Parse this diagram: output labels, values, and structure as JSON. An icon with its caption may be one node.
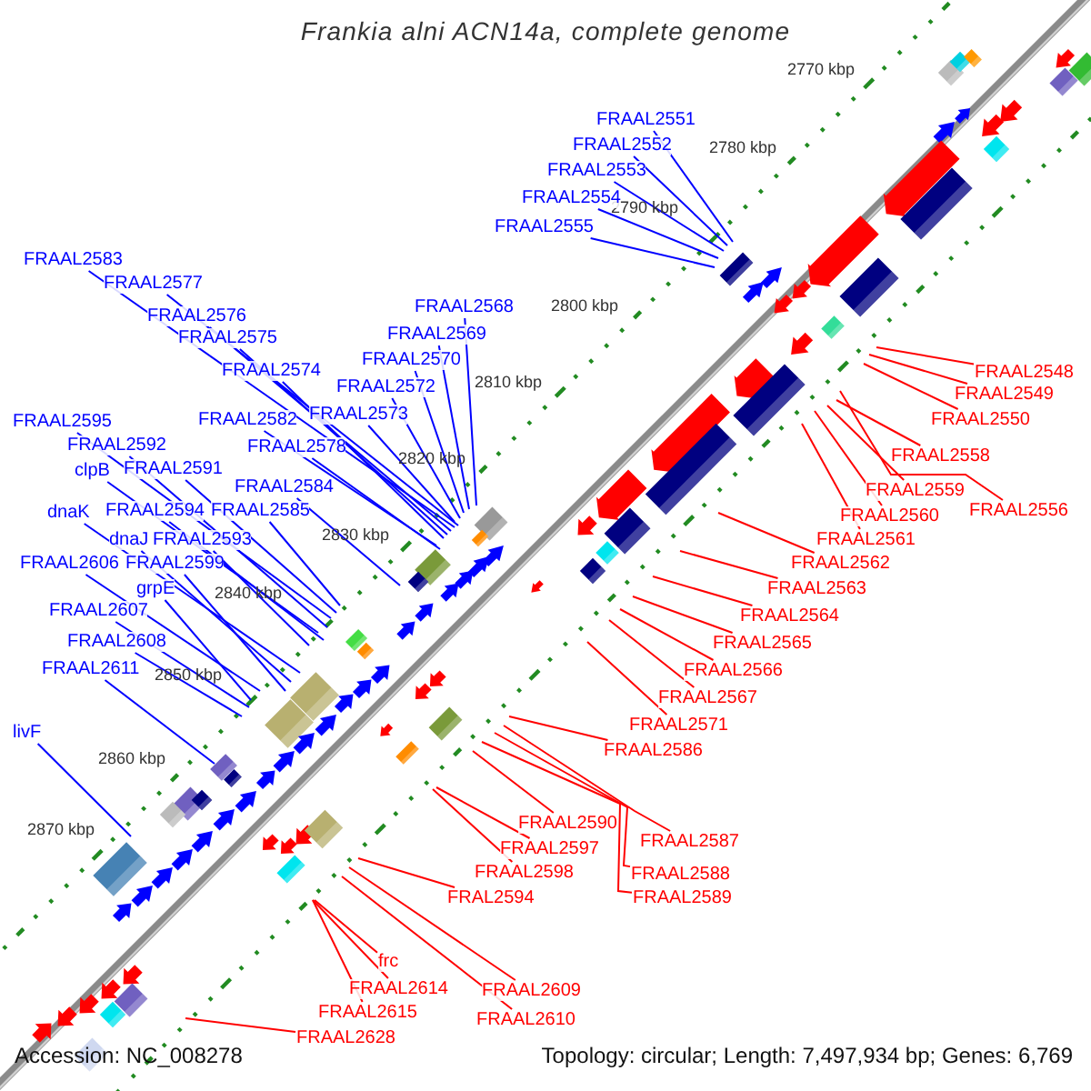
{
  "diagram": {
    "title": "Frankia alni ACN14a, complete genome",
    "nodes": [
      {
        "text": [
          "FRAAL2551"
        ]
      },
      {
        "text": [
          "FRAAL2552"
        ]
      },
      {
        "text": [
          "FRAAL2553"
        ]
      },
      {
        "text": [
          "FRAAL2554"
        ]
      },
      {
        "text": [
          "FRAAL2555"
        ]
      },
      {
        "text": [
          "FRAAL2568"
        ]
      },
      {
        "text": [
          "FRAAL2569"
        ]
      },
      {
        "text": [
          "FRAAL2570"
        ]
      },
      {
        "text": [
          "FRAAL2572"
        ]
      },
      {
        "text": [
          "FRAAL2573"
        ]
      },
      {
        "text": [
          "FRAAL2583"
        ]
      },
      {
        "text": [
          "FRAAL2577"
        ]
      },
      {
        "text": [
          "FRAAL2576"
        ]
      },
      {
        "text": [
          "FRAAL2575"
        ]
      },
      {
        "text": [
          "FRAAL2574"
        ]
      },
      {
        "text": [
          "FRAAL2582"
        ]
      },
      {
        "text": [
          "FRAAL2578"
        ]
      },
      {
        "text": [
          "FRAAL2584"
        ]
      },
      {
        "text": [
          "FRAAL2585"
        ]
      },
      {
        "text": [
          "FRAAL2595"
        ]
      },
      {
        "text": [
          "FRAAL2592"
        ]
      },
      {
        "text": [
          "FRAAL2591"
        ]
      },
      {
        "text": [
          "clpB"
        ]
      },
      {
        "text": [
          "dnaK"
        ]
      },
      {
        "text": [
          "FRAAL2594"
        ]
      },
      {
        "text": [
          "dnaJ"
        ]
      },
      {
        "text": [
          "FRAAL2593"
        ]
      },
      {
        "text": [
          "FRAAL2606"
        ]
      },
      {
        "text": [
          "FRAAL2599"
        ]
      },
      {
        "text": [
          "grpE"
        ]
      },
      {
        "text": [
          "FRAAL2607"
        ]
      },
      {
        "text": [
          "FRAAL2608"
        ]
      },
      {
        "text": [
          "FRAAL2611"
        ]
      },
      {
        "text": [
          "livF"
        ]
      },
      {
        "text": [
          "FRAAL2548"
        ]
      },
      {
        "text": [
          "FRAAL2549"
        ]
      },
      {
        "text": [
          "FRAAL2550"
        ]
      },
      {
        "text": [
          "FRAAL2558"
        ]
      },
      {
        "text": [
          "FRAAL2559"
        ]
      },
      {
        "text": [
          "FRAAL2556"
        ]
      },
      {
        "text": [
          "FRAAL2560"
        ]
      },
      {
        "text": [
          "FRAAL2561"
        ]
      },
      {
        "text": [
          "FRAAL2562"
        ]
      },
      {
        "text": [
          "FRAAL2563"
        ]
      },
      {
        "text": [
          "FRAAL2564"
        ]
      },
      {
        "text": [
          "FRAAL2565"
        ]
      },
      {
        "text": [
          "FRAAL2566"
        ]
      },
      {
        "text": [
          "FRAAL2567"
        ]
      },
      {
        "text": [
          "FRAAL2571"
        ]
      },
      {
        "text": [
          "FRAAL2586"
        ]
      },
      {
        "text": [
          "FRAAL2590"
        ]
      },
      {
        "text": [
          "FRAAL2587"
        ]
      },
      {
        "text": [
          "FRAAL2597"
        ]
      },
      {
        "text": [
          "FRAAL2588"
        ]
      },
      {
        "text": [
          "FRAAL2598"
        ]
      },
      {
        "text": [
          "FRAAL2589"
        ]
      },
      {
        "text": [
          "FRAL2594"
        ]
      },
      {
        "text": [
          "frc"
        ]
      },
      {
        "text": [
          "FRAAL2614"
        ]
      },
      {
        "text": [
          "FRAAL2609"
        ]
      },
      {
        "text": [
          "FRAAL2615"
        ]
      },
      {
        "text": [
          "FRAAL2610"
        ]
      },
      {
        "text": [
          "FRAAL2628"
        ]
      }
    ],
    "edges": [
      {
        "from": 0,
        "to": null,
        "arrow": "none"
      },
      {
        "from": 1,
        "to": null,
        "arrow": "none"
      },
      {
        "from": 2,
        "to": null,
        "arrow": "none"
      },
      {
        "from": 3,
        "to": null,
        "arrow": "none"
      },
      {
        "from": 4,
        "to": null,
        "arrow": "none"
      },
      {
        "from": 5,
        "to": null,
        "arrow": "none"
      },
      {
        "from": 6,
        "to": null,
        "arrow": "none"
      },
      {
        "from": 7,
        "to": null,
        "arrow": "none"
      },
      {
        "from": 8,
        "to": null,
        "arrow": "none"
      },
      {
        "from": 9,
        "to": null,
        "arrow": "none"
      },
      {
        "from": 10,
        "to": null,
        "arrow": "none"
      },
      {
        "from": 11,
        "to": null,
        "arrow": "none"
      },
      {
        "from": 12,
        "to": null,
        "arrow": "none"
      },
      {
        "from": 13,
        "to": null,
        "arrow": "none"
      },
      {
        "from": 14,
        "to": null,
        "arrow": "none"
      },
      {
        "from": 15,
        "to": null,
        "arrow": "none"
      },
      {
        "from": 16,
        "to": null,
        "arrow": "none"
      },
      {
        "from": 17,
        "to": null,
        "arrow": "none"
      },
      {
        "from": 18,
        "to": null,
        "arrow": "none"
      },
      {
        "from": 19,
        "to": null,
        "arrow": "none"
      },
      {
        "from": 20,
        "to": null,
        "arrow": "none"
      },
      {
        "from": 21,
        "to": null,
        "arrow": "none"
      },
      {
        "from": 22,
        "to": null,
        "arrow": "none"
      },
      {
        "from": 23,
        "to": null,
        "arrow": "none"
      },
      {
        "from": 24,
        "to": null,
        "arrow": "none"
      },
      {
        "from": 25,
        "to": null,
        "arrow": "none"
      },
      {
        "from": 26,
        "to": null,
        "arrow": "none"
      },
      {
        "from": 27,
        "to": null,
        "arrow": "none"
      },
      {
        "from": 28,
        "to": null,
        "arrow": "none"
      },
      {
        "from": 29,
        "to": null,
        "arrow": "none"
      },
      {
        "from": 30,
        "to": null,
        "arrow": "none"
      },
      {
        "from": 31,
        "to": null,
        "arrow": "none"
      },
      {
        "from": 32,
        "to": null,
        "arrow": "none"
      },
      {
        "from": 33,
        "to": null,
        "arrow": "none"
      },
      {
        "from": 34,
        "to": null,
        "arrow": "none",
        "color": "#ff0000"
      },
      {
        "from": 35,
        "to": null,
        "arrow": "none",
        "color": "#ff0000"
      },
      {
        "from": 36,
        "to": null,
        "arrow": "none",
        "color": "#ff0000"
      },
      {
        "from": 37,
        "to": null,
        "arrow": "none",
        "color": "#ff0000"
      },
      {
        "from": 38,
        "to": null,
        "arrow": "none",
        "color": "#ff0000"
      },
      {
        "from": 39,
        "to": null,
        "arrow": "none",
        "color": "#ff0000"
      },
      {
        "from": 40,
        "to": null,
        "arrow": "none",
        "color": "#ff0000"
      },
      {
        "from": 41,
        "to": null,
        "arrow": "none",
        "color": "#ff0000"
      },
      {
        "from": 42,
        "to": null,
        "arrow": "none",
        "color": "#ff0000"
      },
      {
        "from": 43,
        "to": null,
        "arrow": "none",
        "color": "#ff0000"
      },
      {
        "from": 44,
        "to": null,
        "arrow": "none",
        "color": "#ff0000"
      },
      {
        "from": 45,
        "to": null,
        "arrow": "none",
        "color": "#ff0000"
      },
      {
        "from": 46,
        "to": null,
        "arrow": "none",
        "color": "#ff0000"
      },
      {
        "from": 47,
        "to": null,
        "arrow": "none",
        "color": "#ff0000"
      },
      {
        "from": 48,
        "to": null,
        "arrow": "none",
        "color": "#ff0000"
      },
      {
        "from": 49,
        "to": null,
        "arrow": "none",
        "color": "#ff0000"
      },
      {
        "from": 50,
        "to": null,
        "arrow": "none",
        "color": "#ff0000"
      },
      {
        "from": 51,
        "to": null,
        "arrow": "none",
        "color": "#ff0000"
      },
      {
        "from": 52,
        "to": null,
        "arrow": "none",
        "color": "#ff0000"
      },
      {
        "from": 53,
        "to": null,
        "arrow": "none",
        "color": "#ff0000"
      },
      {
        "from": 54,
        "to": null,
        "arrow": "none",
        "color": "#ff0000"
      },
      {
        "from": 55,
        "to": null,
        "arrow": "none",
        "color": "#ff0000"
      },
      {
        "from": 56,
        "to": null,
        "arrow": "none",
        "color": "#ff0000"
      },
      {
        "from": 57,
        "to": null,
        "arrow": "none",
        "color": "#ff0000"
      },
      {
        "from": 58,
        "to": null,
        "arrow": "none",
        "color": "#ff0000"
      },
      {
        "from": 59,
        "to": null,
        "arrow": "none",
        "color": "#ff0000"
      },
      {
        "from": 60,
        "to": null,
        "arrow": "none",
        "color": "#ff0000"
      },
      {
        "from": 61,
        "to": null,
        "arrow": "none",
        "color": "#ff0000"
      },
      {
        "from": 62,
        "to": null,
        "arrow": "none",
        "color": "#ff0000"
      }
    ],
    "labels": [
      "2770 kbp",
      "2780 kbp",
      "2790 kbp",
      "2800 kbp",
      "2810 kbp",
      "2820 kbp",
      "2830 kbp",
      "2840 kbp",
      "2850 kbp",
      "2860 kbp",
      "2870 kbp",
      "Accession: NC_008278",
      "Topology: circular; Length: 7,497,934 bp; Genes: 6,769"
    ]
  }
}
